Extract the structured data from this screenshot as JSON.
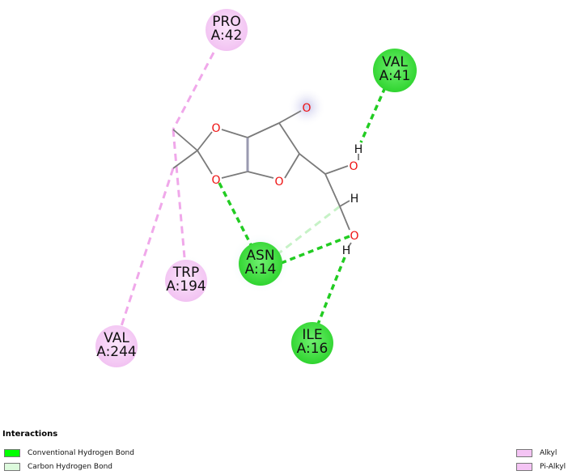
{
  "residues": [
    {
      "id": "pro42",
      "name": "PRO",
      "chain_pos": "A:42",
      "type": "Alkyl"
    },
    {
      "id": "val41",
      "name": "VAL",
      "chain_pos": "A:41",
      "type": "Conventional Hydrogen Bond"
    },
    {
      "id": "asn14",
      "name": "ASN",
      "chain_pos": "A:14",
      "type": "Conventional Hydrogen Bond"
    },
    {
      "id": "trp194",
      "name": "TRP",
      "chain_pos": "A:194",
      "type": "Pi-Alkyl"
    },
    {
      "id": "val244",
      "name": "VAL",
      "chain_pos": "A:244",
      "type": "Alkyl"
    },
    {
      "id": "ile16",
      "name": "ILE",
      "chain_pos": "A:16",
      "type": "Conventional Hydrogen Bond"
    }
  ],
  "atoms": {
    "o1": "O",
    "o2": "O",
    "o3": "O",
    "o4": "O",
    "o5": "O",
    "o6": "O",
    "h1": "H",
    "h2": "H",
    "h3": "H"
  },
  "legend": {
    "title": "Interactions",
    "items": [
      {
        "label": "Conventional Hydrogen Bond",
        "color": "#00ff00"
      },
      {
        "label": "Carbon Hydrogen Bond",
        "color": "#dcfadc"
      },
      {
        "label": "Alkyl",
        "color": "#f4c4f4"
      },
      {
        "label": "Pi-Alkyl",
        "color": "#f4c4f4"
      }
    ]
  },
  "colors": {
    "hbond": "#22cc22",
    "carbon_hbond": "#c6f2c6",
    "alkyl": "#f0a8ea",
    "oxygen": "#ee1111",
    "bond": "#7a7a7a"
  }
}
